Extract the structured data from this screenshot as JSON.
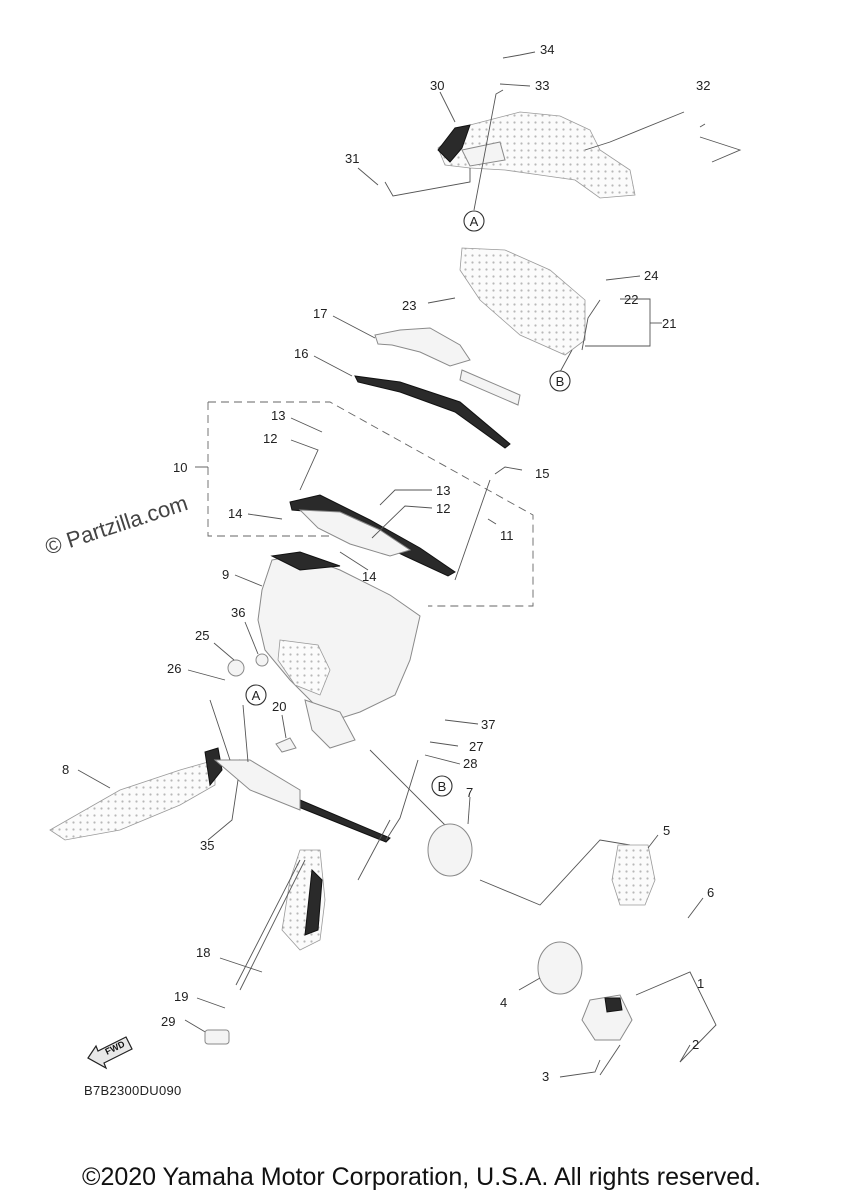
{
  "callouts": {
    "p1": "1",
    "p2": "2",
    "p3": "3",
    "p4": "4",
    "p5": "5",
    "p6": "6",
    "p7": "7",
    "p8": "8",
    "p9": "9",
    "p10": "10",
    "p11": "11",
    "p12a": "12",
    "p12b": "12",
    "p13a": "13",
    "p13b": "13",
    "p14a": "14",
    "p14b": "14",
    "p15": "15",
    "p16": "16",
    "p17": "17",
    "p18": "18",
    "p19": "19",
    "p20": "20",
    "p21": "21",
    "p22": "22",
    "p23": "23",
    "p24": "24",
    "p25": "25",
    "p26": "26",
    "p27": "27",
    "p28": "28",
    "p29": "29",
    "p30": "30",
    "p31": "31",
    "p32": "32",
    "p33": "33",
    "p34": "34",
    "p35": "35",
    "p36": "36",
    "p37": "37"
  },
  "refs": {
    "a_top": "A",
    "a_bottom": "A",
    "b_top": "B",
    "b_bottom": "B"
  },
  "fwd_label": "FWD",
  "watermark": "© Partzilla.com",
  "diagram_code": "B7B2300DU090",
  "copyright": "©2020 Yamaha Motor Corporation, U.S.A. All rights reserved."
}
